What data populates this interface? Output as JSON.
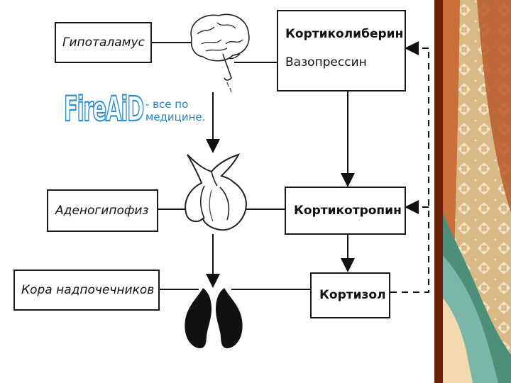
{
  "diagram": {
    "left_labels": {
      "hypothalamus": "Гипоталамус",
      "adenohypophysis": "Аденогипофиз",
      "adrenal_cortex": "Кора надпочечников"
    },
    "right_boxes": {
      "corticoliberin": "Кортиколиберин",
      "vasopressin": "Вазопрессин",
      "corticotropin": "Кортикотропин",
      "cortisol": "Кортизол"
    }
  },
  "watermark": {
    "logo": "FireAiD",
    "tagline_line1": "- все по",
    "tagline_line2": "медицине."
  },
  "colors": {
    "ink": "#111111",
    "logo_blue": "#2f8fd0",
    "decor_tan": "#d9b985",
    "decor_orange": "#c9703a",
    "decor_green": "#4e8f7a",
    "decor_teal": "#7bb7a8"
  }
}
